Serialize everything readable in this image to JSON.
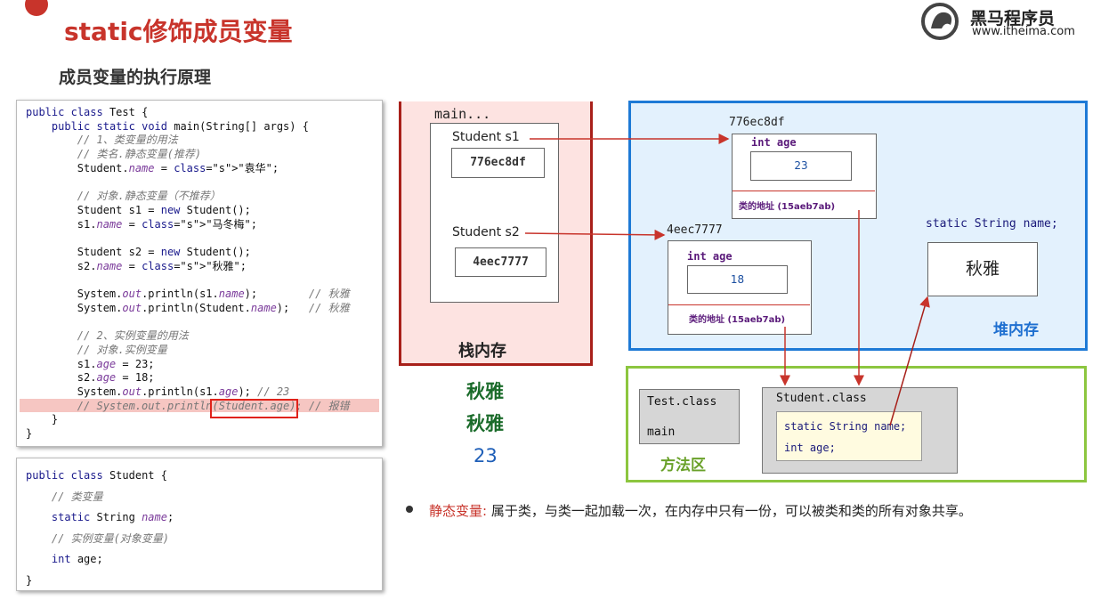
{
  "header": {
    "title": "static修饰成员变量",
    "subtitle": "成员变量的执行原理",
    "logo_name": "黑马程序员",
    "logo_url": "www.itheima.com"
  },
  "code_test": [
    "public class Test {",
    "    public static void main(String[] args) {",
    "        // 1、类变量的用法",
    "        // 类名.静态变量(推荐)",
    "        Student.name = \"袁华\";",
    "",
    "        // 对象.静态变量（不推荐）",
    "        Student s1 = new Student();",
    "        s1.name = \"马冬梅\";",
    "",
    "        Student s2 = new Student();",
    "        s2.name = \"秋雅\";",
    "",
    "        System.out.println(s1.name);        // 秋雅",
    "        System.out.println(Student.name);   // 秋雅",
    "",
    "        // 2、实例变量的用法",
    "        // 对象.实例变量",
    "        s1.age = 23;",
    "        s2.age = 18;",
    "        System.out.println(s1.age); // 23",
    "        // System.out.println(Student.age); // 报错",
    "    }",
    "}"
  ],
  "code_student": [
    "public class Student {",
    "    // 类变量",
    "    static String name;",
    "    // 实例变量(对象变量)",
    "    int age;",
    "}"
  ],
  "stack": {
    "label": "栈内存",
    "frame": "main...",
    "s1_label": "Student  s1",
    "s1_value": "776ec8df",
    "s2_label": "Student  s2",
    "s2_value": "4eec7777"
  },
  "outputs": [
    "秋雅",
    "秋雅",
    "23"
  ],
  "heap": {
    "label": "堆内存",
    "obj1": {
      "addr": "776ec8df",
      "field": "int age",
      "value": "23",
      "class_addr": "类的地址 (15aeb7ab)"
    },
    "obj2": {
      "addr": "4eec7777",
      "field": "int age",
      "value": "18",
      "class_addr": "类的地址 (15aeb7ab)"
    },
    "static_decl": "static String name;",
    "static_value": "秋雅"
  },
  "method_area": {
    "label": "方法区",
    "test_class": "Test.class",
    "test_main": "main",
    "student_class": "Student.class",
    "field1": "static String name;",
    "field2": "int age;"
  },
  "note": {
    "term": "静态变量:",
    "text": "属于类，与类一起加载一次，在内存中只有一份，可以被类和类的所有对象共享。"
  },
  "colors": {
    "title_red": "#c8342b",
    "stack_border": "#a8201a",
    "stack_bg": "#fde3e1",
    "heap_border": "#1e7ad6",
    "heap_bg": "#e3f1fd",
    "method_border": "#8cc63f",
    "arrow": "#c8342b"
  }
}
